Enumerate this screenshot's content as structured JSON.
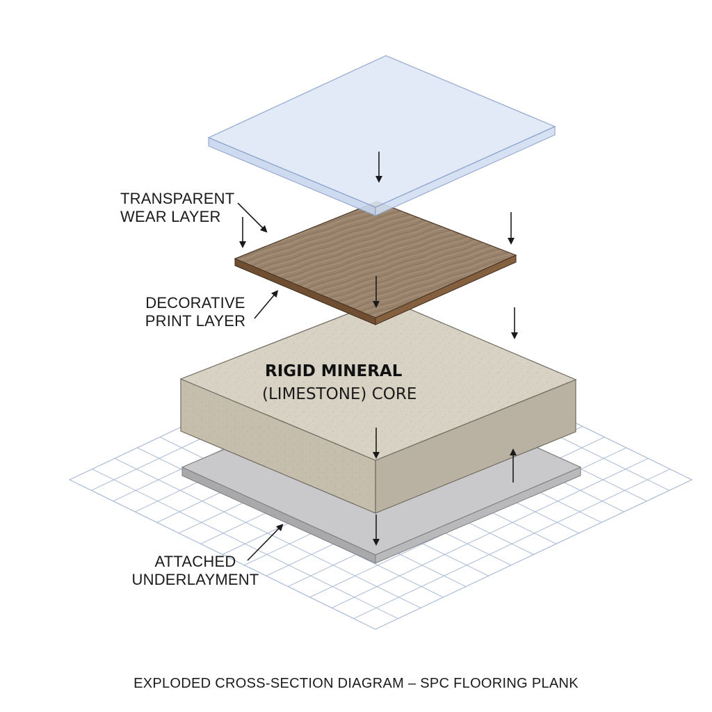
{
  "labels": {
    "wear_line1": "TRANSPARENT",
    "wear_line2": "WEAR LAYER",
    "print_line1": "DECORATIVE",
    "print_line2": "PRINT LAYER",
    "core_line1": "RIGID MINERAL",
    "core_line2": "(LIMESTONE) CORE",
    "under_line1": "ATTACHED",
    "under_line2": "UNDERLAYMENT"
  },
  "caption": "EXPLODED CROSS-SECTION DIAGRAM – SPC FLOORING PLANK",
  "colors": {
    "wear_layer": "#dbe6f6",
    "wear_edge": "#8fa6cc",
    "wood_top": "#9c8670",
    "wood_edge": "#7a5a3c",
    "core_top": "#d9d3c6",
    "core_side": "#c6bfb0",
    "underlay": "#c7c7c9",
    "grid": "#a9b9d6"
  }
}
